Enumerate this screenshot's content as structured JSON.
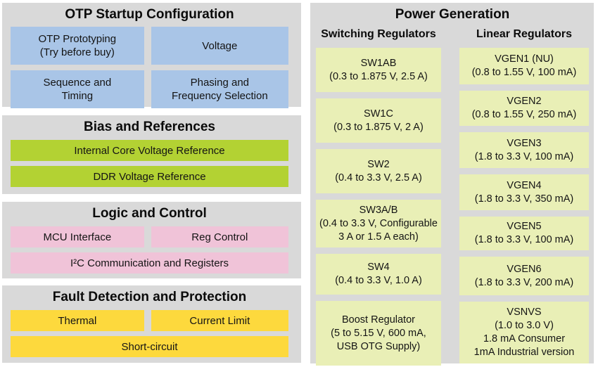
{
  "colors": {
    "panel": "#d9d9d9",
    "blue": "#a9c5e7",
    "green": "#b3d233",
    "pink": "#f0c3d8",
    "yellow": "#fdd93d",
    "pale": "#e9efb6"
  },
  "otp": {
    "title": "OTP Startup Configuration",
    "boxes": [
      {
        "lines": [
          "OTP Prototyping",
          "(Try before buy)"
        ]
      },
      {
        "lines": [
          "Voltage"
        ]
      },
      {
        "lines": [
          "Sequence and",
          "Timing"
        ]
      },
      {
        "lines": [
          "Phasing and",
          "Frequency Selection"
        ]
      }
    ]
  },
  "bias": {
    "title": "Bias and References",
    "boxes": [
      {
        "lines": [
          "Internal Core Voltage Reference"
        ]
      },
      {
        "lines": [
          "DDR Voltage Reference"
        ]
      }
    ]
  },
  "logic": {
    "title": "Logic and Control",
    "boxes": [
      {
        "lines": [
          "MCU Interface"
        ]
      },
      {
        "lines": [
          "Reg Control"
        ]
      },
      {
        "lines": [
          "I²C Communication and Registers"
        ]
      }
    ]
  },
  "fault": {
    "title": "Fault Detection and Protection",
    "boxes": [
      {
        "lines": [
          "Thermal"
        ]
      },
      {
        "lines": [
          "Current Limit"
        ]
      },
      {
        "lines": [
          "Short-circuit"
        ]
      }
    ]
  },
  "power": {
    "title": "Power Generation",
    "switching": {
      "header": "Switching Regulators",
      "boxes": [
        {
          "lines": [
            "SW1AB",
            "(0.3 to 1.875 V, 2.5 A)"
          ]
        },
        {
          "lines": [
            "SW1C",
            "(0.3 to 1.875 V, 2 A)"
          ]
        },
        {
          "lines": [
            "SW2",
            "(0.4 to 3.3 V, 2.5 A)"
          ]
        },
        {
          "lines": [
            "SW3A/B",
            "(0.4 to 3.3 V, Configurable",
            "3 A or 1.5 A each)"
          ]
        },
        {
          "lines": [
            "SW4",
            "(0.4 to 3.3 V, 1.0 A)"
          ]
        },
        {
          "lines": [
            "Boost Regulator",
            "(5 to 5.15 V, 600 mA,",
            "USB OTG Supply)"
          ]
        }
      ]
    },
    "linear": {
      "header": "Linear Regulators",
      "boxes": [
        {
          "lines": [
            "VGEN1 (NU)",
            "(0.8 to 1.55 V, 100 mA)"
          ]
        },
        {
          "lines": [
            "VGEN2",
            "(0.8 to 1.55 V, 250 mA)"
          ]
        },
        {
          "lines": [
            "VGEN3",
            "(1.8 to 3.3 V, 100 mA)"
          ]
        },
        {
          "lines": [
            "VGEN4",
            "(1.8 to 3.3 V, 350 mA)"
          ]
        },
        {
          "lines": [
            "VGEN5",
            "(1.8 to 3.3 V, 100 mA)"
          ]
        },
        {
          "lines": [
            "VGEN6",
            "(1.8 to 3.3 V, 200 mA)"
          ]
        },
        {
          "lines": [
            "VSNVS",
            "(1.0 to 3.0 V)",
            "1.8 mA Consumer",
            "1mA Industrial version"
          ]
        }
      ]
    }
  }
}
